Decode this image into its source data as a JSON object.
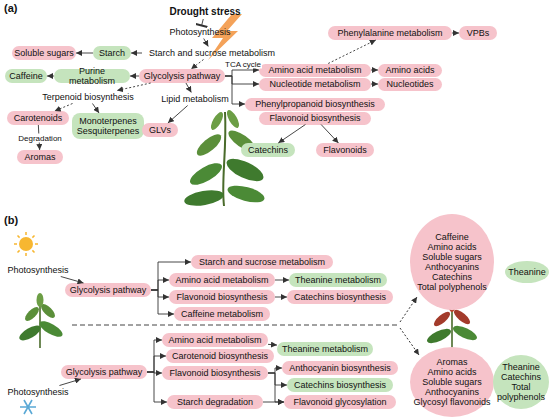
{
  "diagram": {
    "nodes": [
      {
        "text": [
          "Drought stress"
        ]
      },
      {
        "text": [
          "Photosynthesis"
        ]
      },
      {
        "text": [
          "Starch and sucrose metabolism"
        ]
      },
      {
        "text": [
          "Starch"
        ]
      },
      {
        "text": [
          "Soluble sugars"
        ]
      },
      {
        "text": [
          "Glycolysis pathway"
        ]
      },
      {
        "text": [
          "Purine metabolism"
        ]
      },
      {
        "text": [
          "Caffeine"
        ]
      },
      {
        "text": [
          "Terpenoid biosynthesis"
        ]
      },
      {
        "text": [
          "Lipid metabolism"
        ]
      },
      {
        "text": [
          "Carotenoids"
        ]
      },
      {
        "text": [
          "Monoterpenes Sesquiterpenes"
        ]
      },
      {
        "text": [
          "Aromas"
        ]
      },
      {
        "text": [
          "GLVs"
        ]
      },
      {
        "text": [
          "Amino acid metabolism"
        ]
      },
      {
        "text": [
          "Nucleotide metabolism"
        ]
      },
      {
        "text": [
          "Amino acids"
        ]
      },
      {
        "text": [
          "Nucleotides"
        ]
      },
      {
        "text": [
          "Phenylalanine metabolism"
        ]
      },
      {
        "text": [
          "VPBs"
        ]
      },
      {
        "text": [
          "Phenylpropanoid biosynthesis"
        ]
      },
      {
        "text": [
          "Flavonoid biosynthesis"
        ]
      },
      {
        "text": [
          "Catechins"
        ]
      },
      {
        "text": [
          "Flavonoids"
        ]
      },
      {
        "text": [
          "Photosynthesis"
        ]
      },
      {
        "text": [
          "Glycolysis pathway"
        ]
      },
      {
        "text": [
          "Starch and sucrose metabolism"
        ]
      },
      {
        "text": [
          "Amino acid metabolism"
        ]
      },
      {
        "text": [
          "Theanine metabolism"
        ]
      },
      {
        "text": [
          "Flavonoid biosynthesis"
        ]
      },
      {
        "text": [
          "Catechins biosynthesis"
        ]
      },
      {
        "text": [
          "Caffeine metabolism"
        ]
      },
      {
        "text": [
          "Caffeine",
          "Amino acids",
          "Soluble sugars",
          "Anthocyanins",
          "Catechins",
          "Total polyphenols"
        ]
      },
      {
        "text": [
          "Theanine"
        ]
      },
      {
        "text": [
          "Photosynthesis"
        ]
      },
      {
        "text": [
          "Glycolysis pathway"
        ]
      },
      {
        "text": [
          "Amino acid metabolism"
        ]
      },
      {
        "text": [
          "Theanine metabolism"
        ]
      },
      {
        "text": [
          "Carotenoid biosynthesis"
        ]
      },
      {
        "text": [
          "Flavonoid biosynthesis"
        ]
      },
      {
        "text": [
          "Anthocyanin biosynthesis"
        ]
      },
      {
        "text": [
          "Catechins biosynthesis"
        ]
      },
      {
        "text": [
          "Starch degradation"
        ]
      },
      {
        "text": [
          "Flavonoid glycosylation"
        ]
      },
      {
        "text": [
          "Aromas",
          "Amino acids",
          "Soluble sugars",
          "Anthocyanins",
          "Glycosyl flavonoids"
        ]
      },
      {
        "text": [
          "Theanine",
          "Catechins",
          "Total polyphenols"
        ]
      }
    ],
    "edges": [
      {
        "from": 0,
        "to": 1,
        "arrow": "to"
      },
      {
        "from": 1,
        "to": 2,
        "arrow": "to"
      },
      {
        "from": 2,
        "to": 3,
        "arrow": "to"
      },
      {
        "from": 3,
        "to": 4,
        "arrow": "to"
      },
      {
        "from": 2,
        "to": 5,
        "arrow": "to"
      },
      {
        "from": 5,
        "to": 6,
        "arrow": "to"
      },
      {
        "from": 6,
        "to": 7,
        "arrow": "to"
      },
      {
        "from": 5,
        "to": 8,
        "arrow": "to"
      },
      {
        "from": 8,
        "to": 10,
        "arrow": "to"
      },
      {
        "from": 8,
        "to": 11,
        "arrow": "to"
      },
      {
        "from": 10,
        "to": 12,
        "label": "Degradation",
        "arrow": "to"
      },
      {
        "from": 5,
        "to": 9,
        "arrow": "to"
      },
      {
        "from": 9,
        "to": 13,
        "arrow": "to"
      },
      {
        "from": 5,
        "to": 14,
        "label": "TCA cycle",
        "arrow": "to"
      },
      {
        "from": 5,
        "to": 15,
        "arrow": "to"
      },
      {
        "from": 14,
        "to": 16,
        "arrow": "to"
      },
      {
        "from": 15,
        "to": 17,
        "arrow": "to"
      },
      {
        "from": 14,
        "to": 18,
        "arrow": "to"
      },
      {
        "from": 18,
        "to": 19,
        "arrow": "to"
      },
      {
        "from": 5,
        "to": 20,
        "arrow": "to"
      },
      {
        "from": 21,
        "to": 22,
        "arrow": "to"
      },
      {
        "from": 21,
        "to": 23,
        "arrow": "to"
      },
      {
        "from": 24,
        "to": 25,
        "arrow": "to"
      },
      {
        "from": 25,
        "to": 26,
        "arrow": "to"
      },
      {
        "from": 25,
        "to": 27,
        "arrow": "to"
      },
      {
        "from": 25,
        "to": 29,
        "arrow": "to"
      },
      {
        "from": 25,
        "to": 31,
        "arrow": "to"
      },
      {
        "from": 27,
        "to": 28,
        "arrow": "to"
      },
      {
        "from": 29,
        "to": 30,
        "arrow": "to"
      },
      {
        "from": 34,
        "to": 35,
        "arrow": "to"
      },
      {
        "from": 35,
        "to": 36,
        "arrow": "to"
      },
      {
        "from": 35,
        "to": 38,
        "arrow": "to"
      },
      {
        "from": 35,
        "to": 39,
        "arrow": "to"
      },
      {
        "from": 35,
        "to": 42,
        "arrow": "to"
      },
      {
        "from": 36,
        "to": 37,
        "arrow": "to"
      },
      {
        "from": 39,
        "to": 40,
        "arrow": "to"
      },
      {
        "from": 39,
        "to": 41,
        "arrow": "to"
      },
      {
        "from": 39,
        "to": 43,
        "arrow": "to"
      },
      {
        "from": 42,
        "to": 43,
        "arrow": "to"
      }
    ],
    "labels": [
      "(a)",
      "(b)"
    ]
  }
}
